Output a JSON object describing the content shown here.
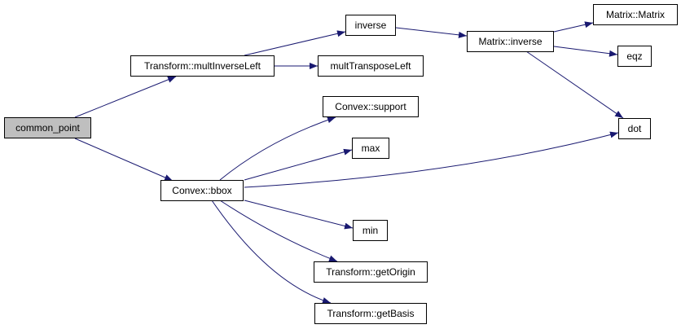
{
  "colors": {
    "edge": "#191970",
    "root_fill": "#bfbfbf",
    "node_fill": "#ffffff",
    "border": "#000000"
  },
  "nodes": {
    "common_point": "common_point",
    "mult_inverse_left": "Transform::multInverseLeft",
    "inverse": "inverse",
    "mult_transpose_left": "multTransposeLeft",
    "convex_support": "Convex::support",
    "max": "max",
    "convex_bbox": "Convex::bbox",
    "min": "min",
    "get_origin": "Transform::getOrigin",
    "get_basis": "Transform::getBasis",
    "matrix_inverse": "Matrix::inverse",
    "matrix_matrix": "Matrix::Matrix",
    "eqz": "eqz",
    "dot": "dot"
  },
  "edges": [
    [
      "common_point",
      "mult_inverse_left"
    ],
    [
      "common_point",
      "convex_bbox"
    ],
    [
      "mult_inverse_left",
      "inverse"
    ],
    [
      "mult_inverse_left",
      "mult_transpose_left"
    ],
    [
      "inverse",
      "matrix_inverse"
    ],
    [
      "matrix_inverse",
      "matrix_matrix"
    ],
    [
      "matrix_inverse",
      "eqz"
    ],
    [
      "matrix_inverse",
      "dot"
    ],
    [
      "convex_bbox",
      "convex_support"
    ],
    [
      "convex_bbox",
      "max"
    ],
    [
      "convex_bbox",
      "dot"
    ],
    [
      "convex_bbox",
      "min"
    ],
    [
      "convex_bbox",
      "get_origin"
    ],
    [
      "convex_bbox",
      "get_basis"
    ]
  ]
}
